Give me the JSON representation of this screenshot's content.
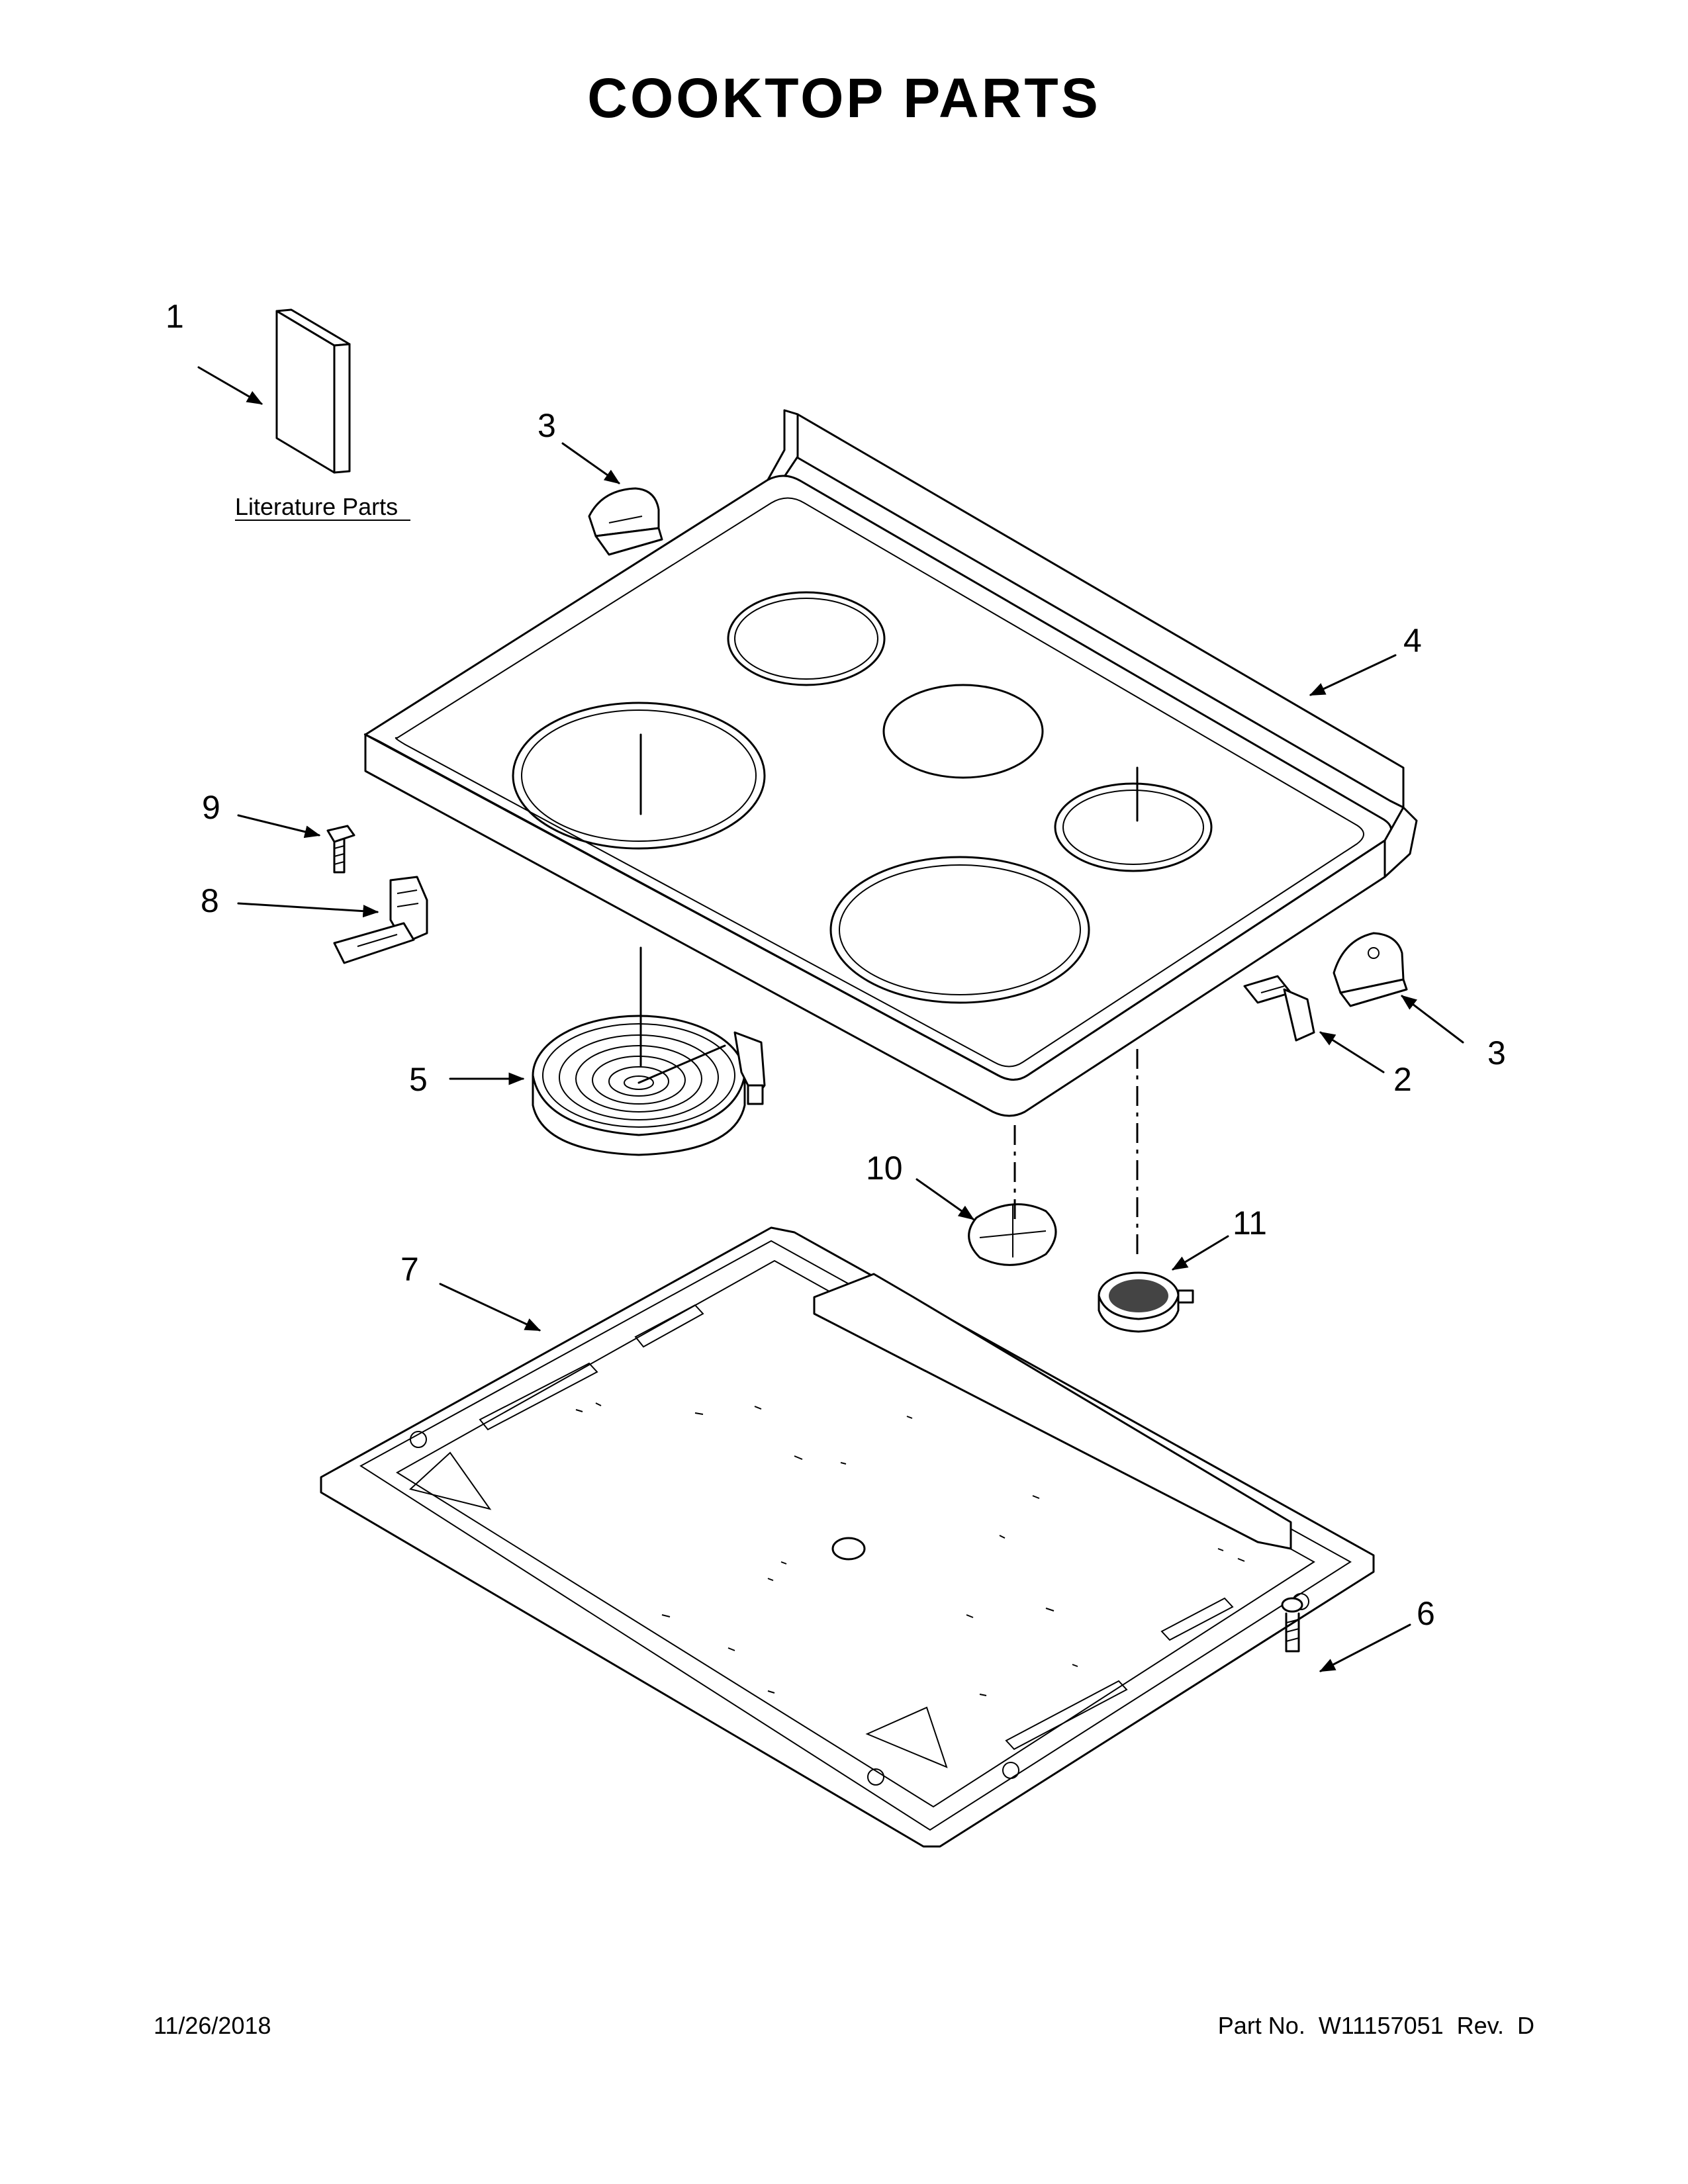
{
  "title": "COOKTOP PARTS",
  "literature_label": "Literature Parts",
  "callouts": {
    "c1": "1",
    "c2": "2",
    "c3a": "3",
    "c3b": "3",
    "c4": "4",
    "c5": "5",
    "c6": "6",
    "c7": "7",
    "c8": "8",
    "c9": "9",
    "c10": "10",
    "c11": "11"
  },
  "footer": {
    "date": "11/26/2018",
    "part": "Part No.  W11157051  Rev.  D"
  }
}
